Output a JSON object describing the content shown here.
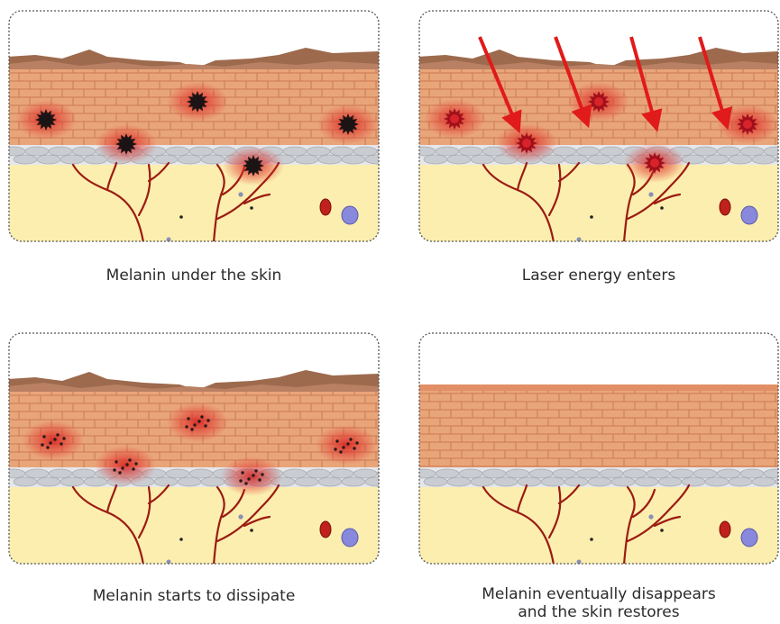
{
  "panels": [
    {
      "key": "p1",
      "caption": "Melanin under the skin",
      "stage": "melanin-present",
      "show_surface_flakes": true,
      "melanin_spots": [
        [
          42,
          122,
          "dark"
        ],
        [
          210,
          102,
          "dark"
        ],
        [
          131,
          149,
          "dark"
        ],
        [
          377,
          127,
          "dark"
        ],
        [
          272,
          173,
          "dark"
        ]
      ],
      "laser_arrows": []
    },
    {
      "key": "p2",
      "caption": "Laser energy enters",
      "stage": "laser-hit",
      "show_surface_flakes": true,
      "melanin_spots": [
        [
          40,
          121,
          "hot"
        ],
        [
          200,
          102,
          "hot"
        ],
        [
          120,
          148,
          "hot"
        ],
        [
          365,
          127,
          "hot"
        ],
        [
          262,
          170,
          "hot"
        ]
      ],
      "laser_arrows": [
        [
          68,
          30,
          108,
          126
        ],
        [
          152,
          30,
          185,
          120
        ],
        [
          236,
          30,
          262,
          124
        ],
        [
          312,
          30,
          340,
          122
        ]
      ]
    },
    {
      "key": "p3",
      "caption": "Melanin starts to dissipate",
      "stage": "dissipating",
      "show_surface_flakes": true,
      "melanin_spots": [
        [
          50,
          120,
          "fading"
        ],
        [
          210,
          100,
          "fading"
        ],
        [
          130,
          148,
          "fading"
        ],
        [
          375,
          125,
          "fading"
        ],
        [
          270,
          160,
          "fading"
        ]
      ],
      "laser_arrows": []
    },
    {
      "key": "p4",
      "caption_lines": [
        "Melanin eventually disappears",
        "and the skin restores"
      ],
      "stage": "restored",
      "show_surface_flakes": false,
      "melanin_spots": [],
      "laser_arrows": []
    }
  ],
  "colors": {
    "background": "#ffffff",
    "border": "#555555",
    "epidermis_cells": "#e9a57a",
    "cell_lines": "#c56f45",
    "surface_flakes": "#9d6a4d",
    "membrane": "#c9ccd1",
    "dermis": "#fbeeaf",
    "vessels": "#9b1b12",
    "melanin": "#1c1414",
    "laser_red": "#e11a1a",
    "red_cell": "#c0211b",
    "blue_cell": "#8888dd"
  }
}
